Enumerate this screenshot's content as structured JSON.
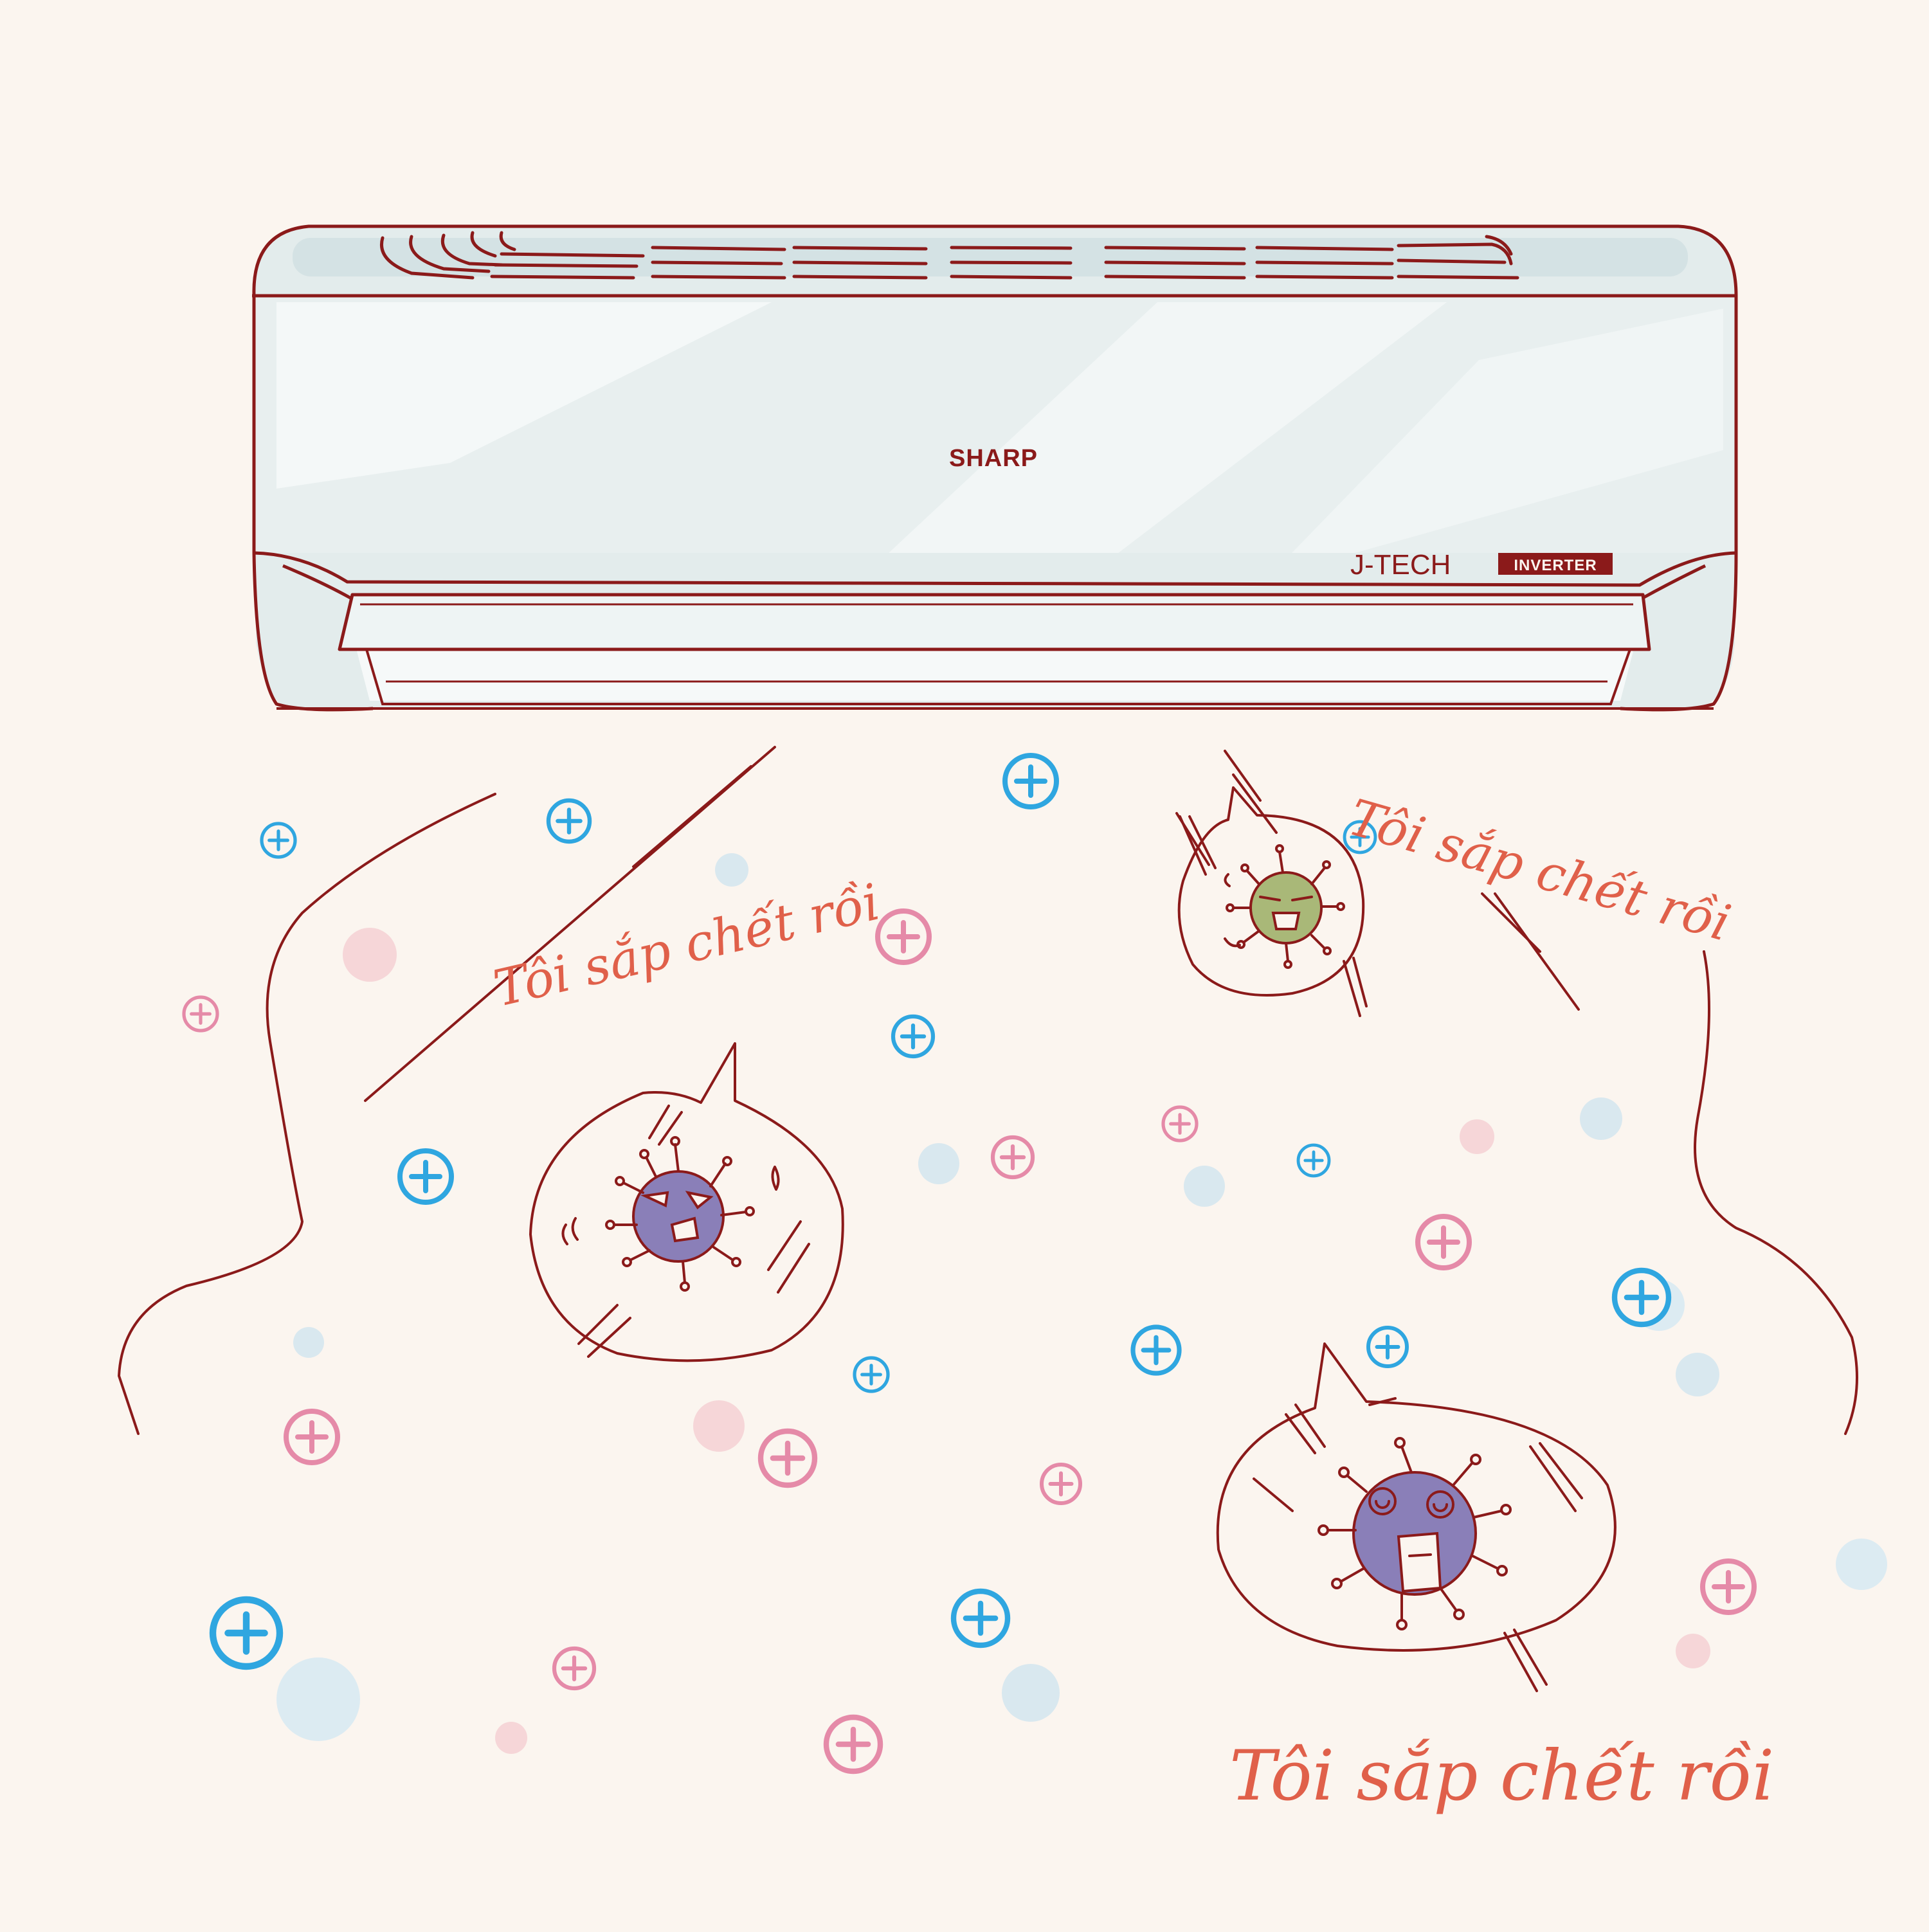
{
  "brand": "SHARP",
  "badge": {
    "name": "J-TECH",
    "tag": "INVERTER"
  },
  "captions": [
    "Tôi sắp chết rồi",
    "Tôi sắp chết rồi",
    "Tôi sắp chết rồi"
  ],
  "colors": {
    "background": "#fbf5ef",
    "line": "#8b1a1a",
    "panel": "#e3ecec",
    "caption": "#e0604a",
    "ion_blue": "#2fa6e0",
    "ion_pink": "#e58aa8",
    "virus_purple": "#8a7fb8",
    "virus_green": "#a9b878"
  },
  "icons": [
    "plus-ion-icon",
    "virus-icon",
    "speech-bubble-icon"
  ]
}
